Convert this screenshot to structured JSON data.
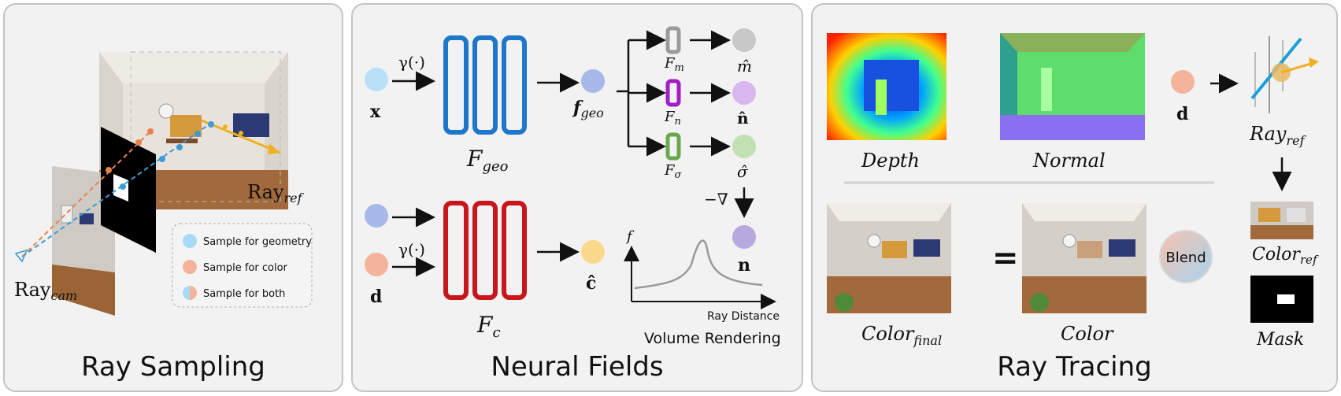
{
  "panels": {
    "ray_sampling": {
      "title": "Ray Sampling",
      "ray_cam": "Ray",
      "ray_cam_sub": "cam",
      "ray_ref": "Ray",
      "ray_ref_sub": "ref",
      "legend": [
        {
          "label": "Sample for geometry",
          "color": "#a9daf5"
        },
        {
          "label": "Sample for color",
          "color": "#f5b39a"
        },
        {
          "label": "Sample for both",
          "color": "#cbbfe6"
        }
      ]
    },
    "neural_fields": {
      "title": "Neural Fields",
      "x_label": "x",
      "d_label": "d",
      "gamma": "γ(·)",
      "gamma2": "γ(·)",
      "f_geo_label": "f",
      "f_geo_sub": "geo",
      "F_geo": "F",
      "F_geo_sub": "geo",
      "F_c": "F",
      "F_c_sub": "c",
      "c_hat": "ĉ",
      "F_m": "F",
      "F_m_sub": "m",
      "F_n": "F",
      "F_n_sub": "n",
      "F_sigma": "F",
      "F_sigma_sub": "σ",
      "m_hat": "m̂",
      "n_hat": "n̂",
      "sigma_hat": "σ̂",
      "grad": "−∇",
      "n_label": "n",
      "plot_f": "f",
      "plot_xlabel": "Ray Distance",
      "volume_rendering": "Volume Rendering"
    },
    "ray_tracing": {
      "title": "Ray Tracing",
      "depth": "Depth",
      "normal": "Normal",
      "d_label": "d",
      "ray_ref": "Ray",
      "ray_ref_sub": "ref",
      "color_final": "Color",
      "color_final_sub": "final",
      "equals": "=",
      "color": "Color",
      "blend": "Blend",
      "color_ref": "Color",
      "color_ref_sub": "ref",
      "mask": "Mask"
    }
  },
  "colors": {
    "geo_blue": "#1f77c9",
    "color_red": "#c8161d",
    "fm_gray": "#9a9a9a",
    "fn_purple": "#a21cc8",
    "fs_green": "#6aa84f",
    "ray_orange": "#f0b020"
  }
}
